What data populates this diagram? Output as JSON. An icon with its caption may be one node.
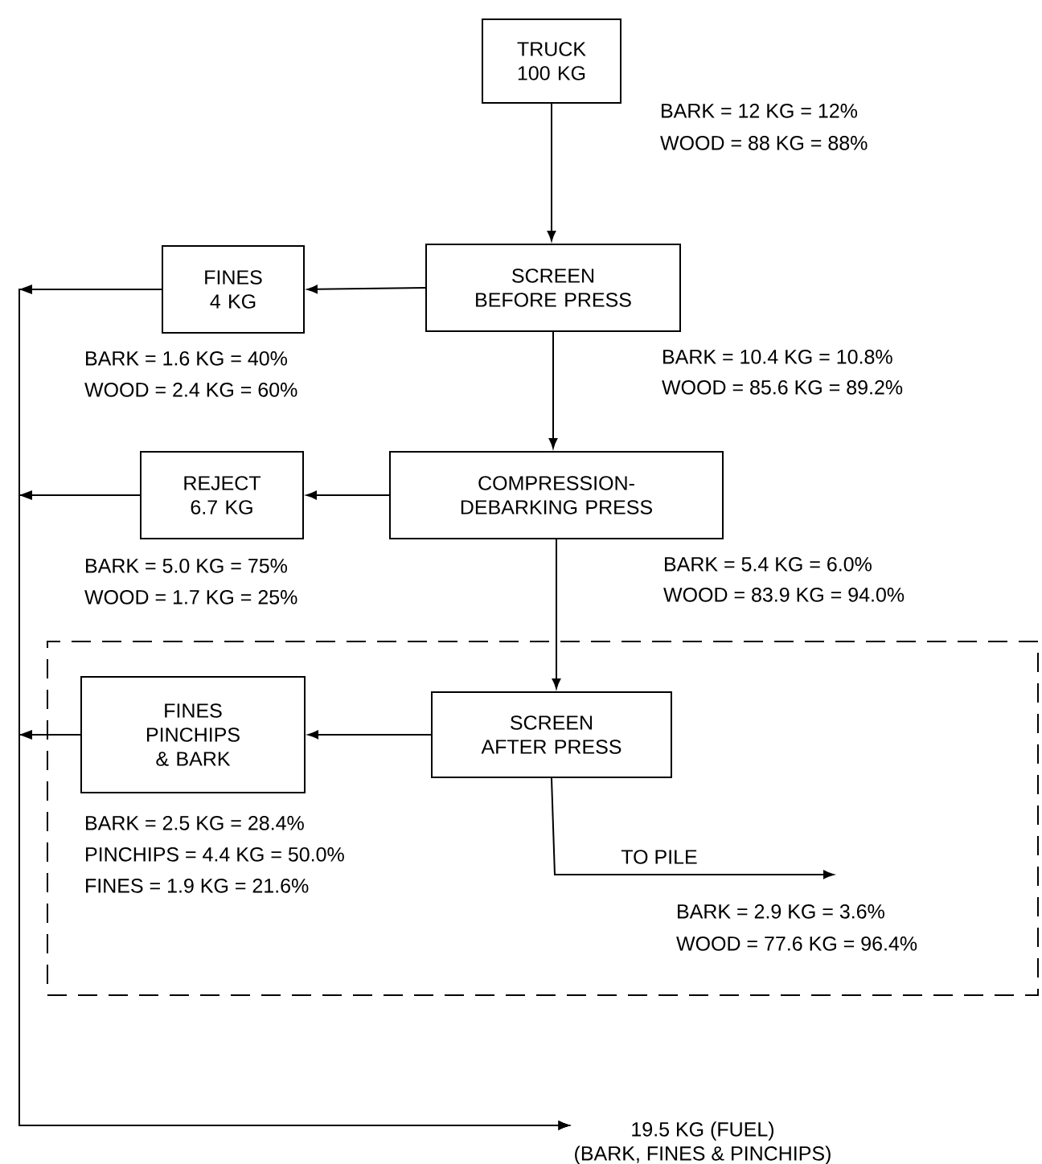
{
  "diagram": {
    "nodes": [
      {
        "text": [
          "TRUCK 100 KG"
        ]
      },
      {
        "text": [
          "SCREEN BEFORE PRESS"
        ]
      },
      {
        "text": [
          "FINES 4 KG"
        ],
        "beside": [
          "BARK = 1.6 KG = 40%",
          "WOOD = 2.4 KG = 60%"
        ]
      },
      {
        "text": [
          "COMPRESSION- DEBARKING PRESS"
        ]
      },
      {
        "text": [
          "REJECT 6.7 KG"
        ],
        "beside": [
          "BARK = 5.0 KG = 75%",
          "WOOD = 1.7 KG = 25%"
        ]
      },
      {
        "text": [],
        "shape": "box"
      },
      {
        "text": [
          "SCREEN AFTER PRESS"
        ],
        "in": 5
      },
      {
        "text": [
          "FINES PINCHIPS & BARK"
        ],
        "in": 5,
        "beside": [
          "BARK = 2.5 KG = 28.4%",
          "PINCHIPS = 4.4 KG = 50.0%",
          "FINES = 1.9 KG = 21.6%"
        ]
      },
      {
        "text": [
          "19.5 KG (FUEL)",
          "(BARK, FINES & PINCHIPS)"
        ]
      }
    ],
    "edges": [
      {
        "from": 0,
        "to": 1,
        "arrow": "to"
      },
      {
        "from": 1,
        "to": 2,
        "arrow": "to"
      },
      {
        "from": 1,
        "to": 3,
        "arrow": "to"
      },
      {
        "from": 3,
        "to": 4,
        "arrow": "to"
      },
      {
        "from": 3,
        "to": 6,
        "arrow": "to"
      },
      {
        "from": 6,
        "to": 7,
        "arrow": "to"
      },
      {
        "from": 6,
        "to": null,
        "arrow": "to",
        "label": "TO PILE"
      },
      {
        "from": 2,
        "to": 8,
        "arrow": "to"
      },
      {
        "from": 4,
        "to": 8,
        "arrow": "to"
      },
      {
        "from": 7,
        "to": 8,
        "arrow": "to"
      }
    ],
    "labels": [
      "BARK = 12 KG = 12%",
      "WOOD = 88 KG = 88%",
      "BARK = 10.4 KG = 10.8%",
      "WOOD = 85.6 KG = 89.2%",
      "BARK = 5.4 KG = 6.0%",
      "WOOD = 83.9 KG = 94.0%",
      "BARK = 2.9 KG = 3.6%",
      "WOOD = 77.6 KG = 96.4%"
    ]
  }
}
